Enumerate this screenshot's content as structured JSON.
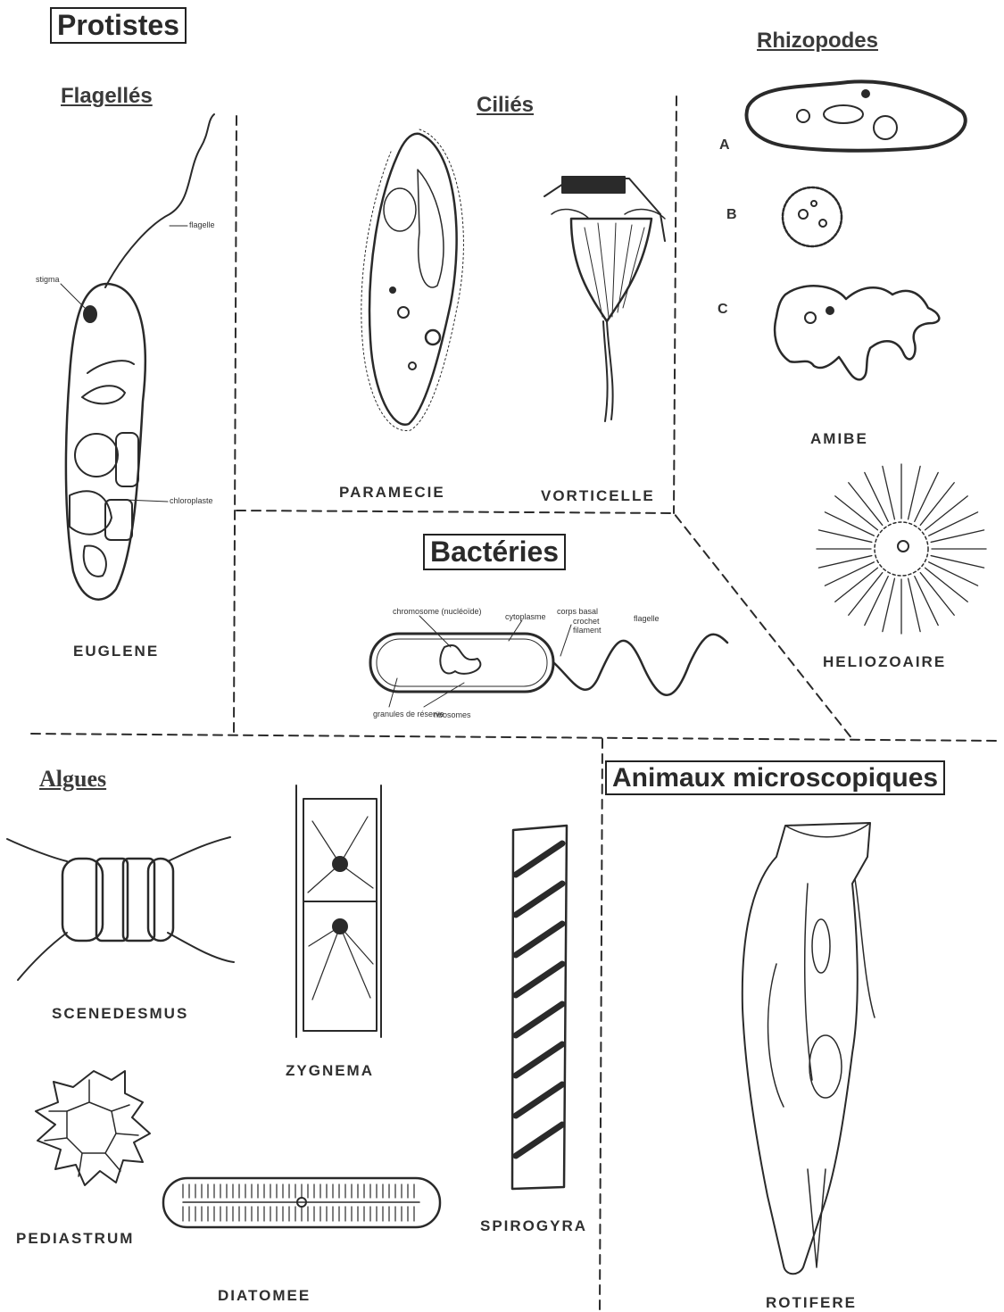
{
  "titles": {
    "protistes": "Protistes",
    "bacteries": "Bactéries",
    "animaux": "Animaux microscopiques"
  },
  "sections": {
    "flagelles": "Flagellés",
    "cilies": "Ciliés",
    "rhizopodes": "Rhizopodes",
    "algues": "Algues"
  },
  "captions": {
    "euglene": "EUGLENE",
    "paramecie": "PARAMECIE",
    "vorticelle": "VORTICELLE",
    "amibe": "AMIBE",
    "heliozoaire": "HELIOZOAIRE",
    "scenedesmus": "SCENEDESMUS",
    "zygnema": "ZYGNEMA",
    "spirogyra": "SPIROGYRA",
    "pediastrum": "PEDIASTRUM",
    "diatomee": "DIATOMEE",
    "rotifere": "ROTIFERE"
  },
  "amibe_forms": [
    "A",
    "B",
    "C"
  ],
  "euglene_labels": {
    "flagelle": "flagelle",
    "stigma": "stigma",
    "chloroplaste": "chloroplaste"
  },
  "bacterie_labels": {
    "chromosome": "chromosome (nucléoïde)",
    "cytoplasme": "cytoplasme",
    "corps_basal": "corps basal",
    "crochet": "crochet",
    "filament": "filament",
    "flagelle": "flagelle",
    "granules": "granules de réserve",
    "ribosomes": "ribosomes"
  },
  "colors": {
    "ink": "#2a2a2a",
    "paper": "#ffffff"
  }
}
